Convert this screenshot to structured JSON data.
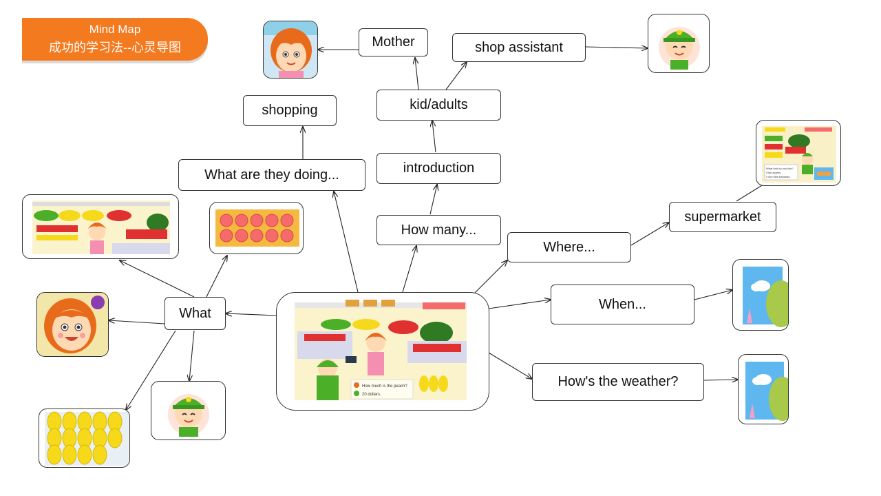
{
  "badge": {
    "line1": "Mind Map",
    "line2": "成功的学习法--心灵导图"
  },
  "nodes": {
    "mother": "Mother",
    "shop_assistant": "shop assistant",
    "shopping": "shopping",
    "kid_adults": "kid/adults",
    "what_doing": "What are they doing...",
    "introduction": "introduction",
    "supermarket": "supermarket",
    "how_many": "How many...",
    "where": "Where...",
    "what": "What",
    "when": "When...",
    "weather": "How's the weather?"
  },
  "center_scene": {
    "question": "How much is the peach?",
    "answer": "20 dollars."
  },
  "small_scene": {
    "line1": "What fruit do you like?",
    "line2": "I like apples.",
    "line3": "I don't like bananas."
  },
  "colors": {
    "badge": "#f47a20",
    "skin": "#ffd9b3",
    "hair_orange": "#e86b1c",
    "cap_green": "#4caf28",
    "sky_blue": "#5fb7ef",
    "pear_green": "#a8c94a",
    "mango_yellow": "#f5d91a",
    "peach_red": "#f56b6b"
  }
}
